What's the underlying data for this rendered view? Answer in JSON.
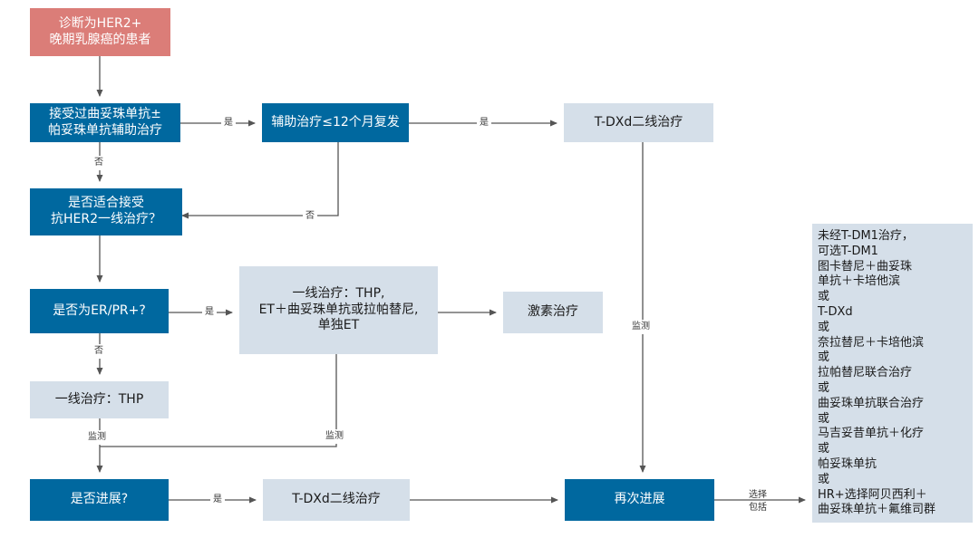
{
  "nodes": {
    "start": "诊断为HER2+\n晚期乳腺癌的患者",
    "q_prior_treatment": "接受过曲妥珠单抗±\n帕妥珠单抗辅助治疗",
    "q_relapse": "辅助治疗≤12个月复发",
    "tdxd_second_line_top": "T-DXd二线治疗",
    "q_first_line_fit": "是否适合接受\n抗HER2一线治疗？",
    "q_er_pr": "是否为ER/PR+?",
    "first_line_options": "一线治疗：THP,\nET＋曲妥珠单抗或拉帕替尼,\n单独ET",
    "endocrine_therapy": "激素治疗",
    "first_line_thp": "一线治疗：THP",
    "q_progress": "是否进展?",
    "tdxd_second_line_bottom": "T-DXd二线治疗",
    "progress_again": "再次进展"
  },
  "later_options": [
    "未经T-DM1治疗，",
    "可选T-DM1",
    "图卡替尼＋曲妥珠",
    "单抗＋卡培他滨",
    "或",
    "T-DXd",
    "或",
    "奈拉替尼＋卡培他滨",
    "或",
    "拉帕替尼联合治疗",
    "或",
    "曲妥珠单抗联合治疗",
    "或",
    "马吉妥昔单抗＋化疗",
    "或",
    "帕妥珠单抗",
    "或",
    "HR+选择阿贝西利＋",
    "曲妥珠单抗＋氟维司群"
  ],
  "edge_labels": {
    "yes": "是",
    "no": "否",
    "monitor": "监测",
    "select_include": "选择\n包括"
  },
  "colors": {
    "start": "#db7d78",
    "decision": "#00689f",
    "treatment": "#d5dfe9",
    "line": "#555555"
  }
}
